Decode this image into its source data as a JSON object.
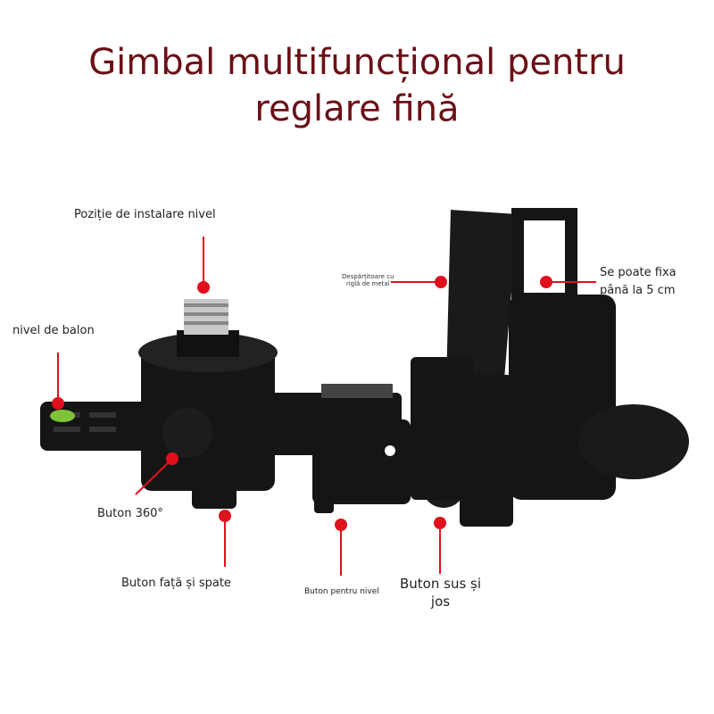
{
  "title": {
    "line1": "Gimbal multifuncțional pentru",
    "line2": "reglare fină"
  },
  "labels": {
    "install": "Poziție de instalare nivel",
    "bubble": "nivel de balon",
    "divider_line1": "Despărțitoare cu",
    "divider_line2": "riglă de metal",
    "fix_line1": "Se poate fixa",
    "fix_line2": "până la 5 cm",
    "b360": "Buton 360°",
    "front_back": "Buton față și spate",
    "level_btn": "Buton pentru nivel",
    "updown_line1": "Buton sus și",
    "updown_line2": "jos"
  },
  "colors": {
    "title": "#6b0f16",
    "marker": "#e0101c",
    "device": "#111111"
  }
}
